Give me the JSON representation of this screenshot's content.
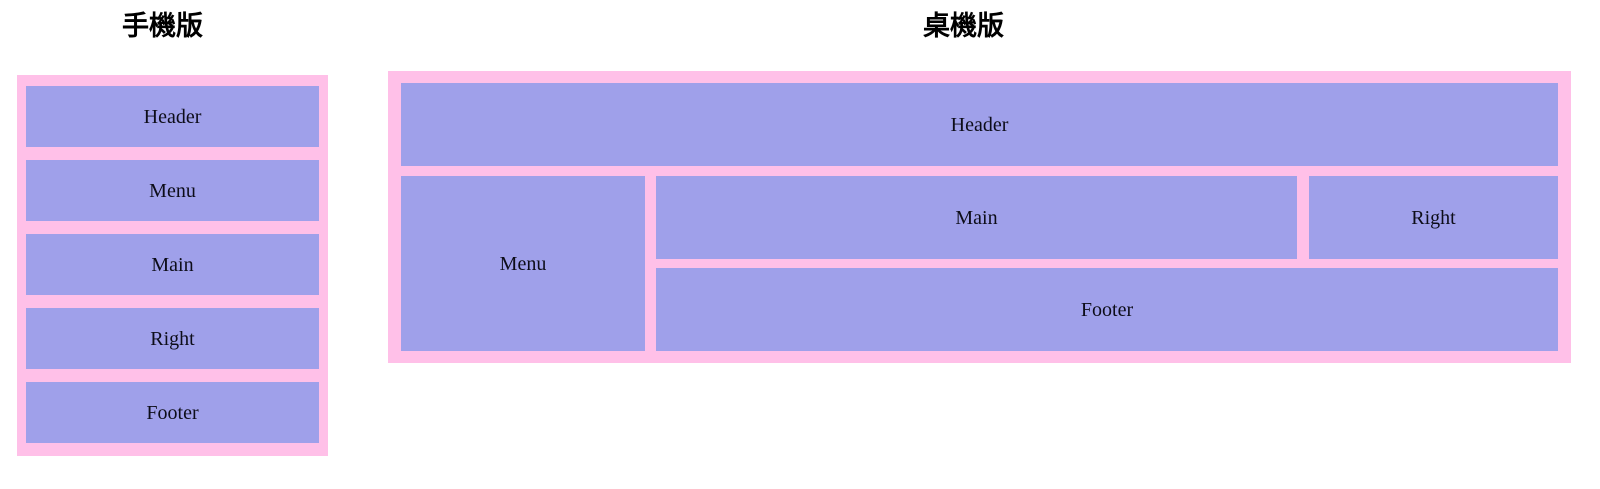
{
  "palette": {
    "frame_pink": "#ffc0e8",
    "cell_purple": "#9fa0ea",
    "text_dark": "#0d0d19",
    "title_black": "#000000",
    "page_background": "#ffffff"
  },
  "titles": {
    "mobile": "手機版",
    "desktop": "桌機版"
  },
  "mobile_layout": {
    "name": "mobile-wireframe",
    "regions": [
      {
        "key": "header",
        "label": "Header"
      },
      {
        "key": "menu",
        "label": "Menu"
      },
      {
        "key": "main",
        "label": "Main"
      },
      {
        "key": "right",
        "label": "Right"
      },
      {
        "key": "footer",
        "label": "Footer"
      }
    ]
  },
  "desktop_layout": {
    "name": "desktop-wireframe",
    "regions": [
      {
        "key": "header",
        "label": "Header"
      },
      {
        "key": "menu",
        "label": "Menu"
      },
      {
        "key": "main",
        "label": "Main"
      },
      {
        "key": "right",
        "label": "Right"
      },
      {
        "key": "footer",
        "label": "Footer"
      }
    ]
  }
}
